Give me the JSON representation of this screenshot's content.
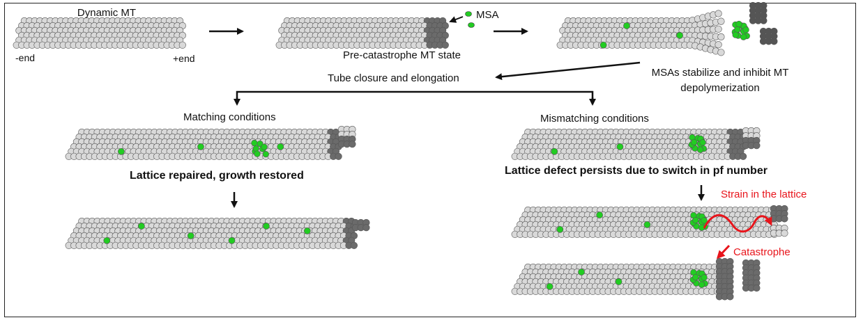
{
  "labels": {
    "dynamic_mt": "Dynamic MT",
    "minus_end": "-end",
    "plus_end": "+end",
    "msa": "MSA",
    "pre_catastrophe": "Pre-catastrophe MT state",
    "msa_stabilize": "MSAs stabilize and inhibit MT",
    "depolymerization": "depolymerization",
    "tube_closure": "Tube closure and elongation",
    "matching": "Matching conditions",
    "mismatching": "Mismatching conditions",
    "lattice_repaired": "Lattice repaired, growth restored",
    "lattice_defect": "Lattice defect persists due to switch in pf number",
    "strain": "Strain in the lattice",
    "catastrophe": "Catastrophe"
  },
  "colors": {
    "tubulin": "#d9d9d9",
    "tubulin_edge": "#555555",
    "gtp_cap": "#6b6b6b",
    "msa_green": "#22cc22",
    "strain_red": "#e8141b",
    "arrow": "#111111"
  }
}
